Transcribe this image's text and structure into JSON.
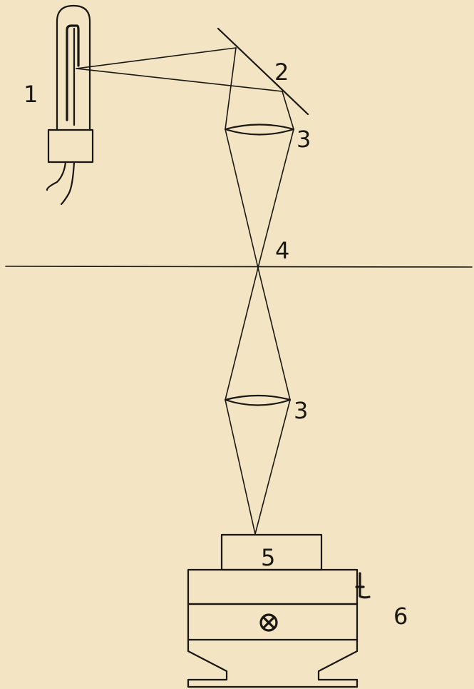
{
  "labels": {
    "lamp": "1",
    "mirror": "2",
    "lens_top": "3",
    "focal_point": "4",
    "lens_bottom": "3",
    "specimen": "5",
    "stage": "6"
  },
  "colors": {
    "background": "#f3e5c4",
    "ink": "#1a1712"
  },
  "icons": {
    "stage_control": "circle-cross-icon",
    "stage_screw": "screw-knob-icon"
  }
}
